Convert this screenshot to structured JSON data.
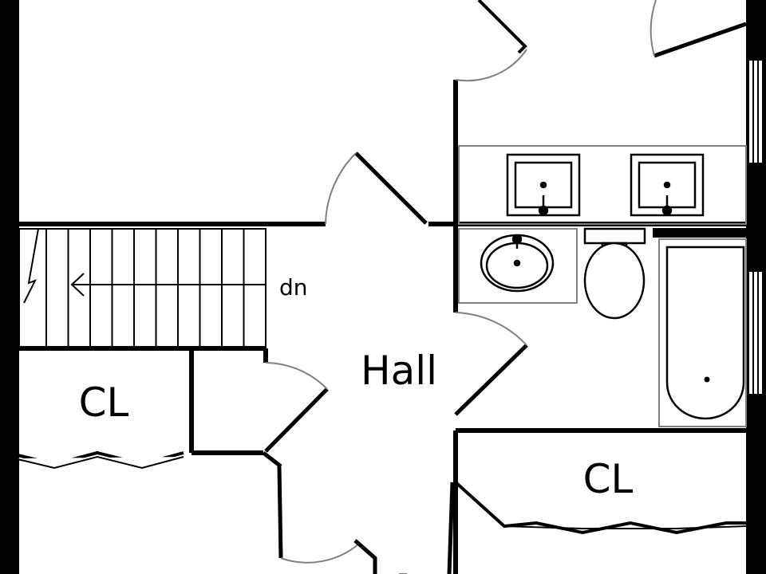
{
  "rooms": {
    "hall": "Hall",
    "closet_left": "CL",
    "closet_right": "CL"
  },
  "stairs": {
    "direction_label": "dn"
  },
  "colors": {
    "wall": "#000000",
    "fixture": "#000000",
    "door_swing": "#808080",
    "counter": "#808080",
    "background": "#ffffff"
  }
}
